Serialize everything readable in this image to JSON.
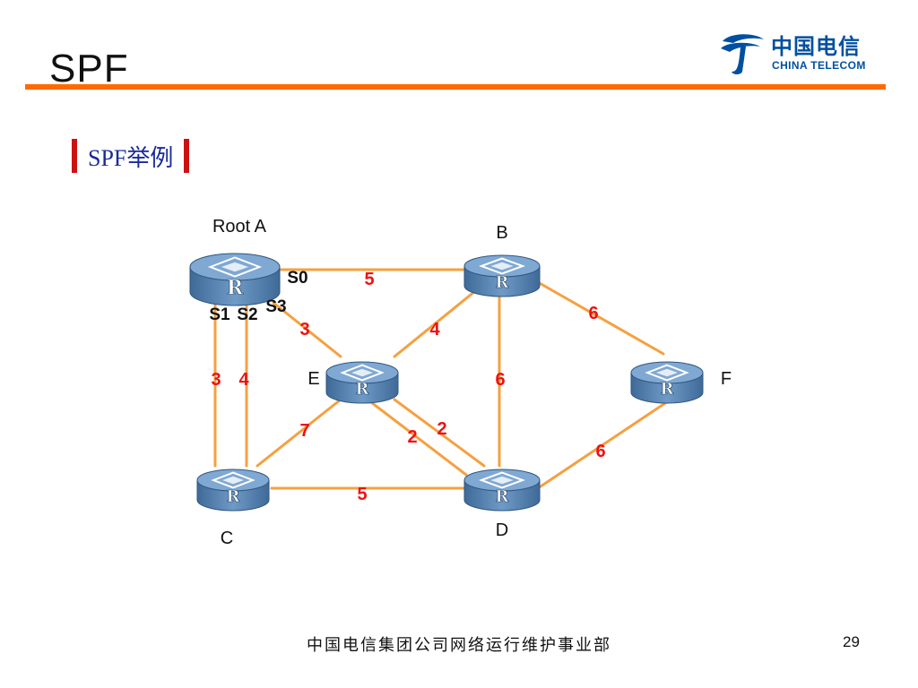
{
  "slide": {
    "title": "SPF",
    "subtitle_latin": "SPF",
    "subtitle_cn": "举例",
    "footer": "中国电信集团公司网络运行维护事业部",
    "page_number": "29"
  },
  "logo": {
    "cn": "中国电信",
    "en": "CHINA TELECOM"
  },
  "colors": {
    "accent_bar": "#ff6a00",
    "subhead_marker": "#cc1111",
    "subhead_text": "#1a2a9a",
    "link": "#f5a040",
    "cost": "#ee1111",
    "router": "#5d86b4",
    "logo": "#0050a0"
  },
  "diagram": {
    "router_glyph": "R",
    "routers": [
      {
        "id": "A",
        "label": "Root A"
      },
      {
        "id": "B",
        "label": "B"
      },
      {
        "id": "C",
        "label": "C"
      },
      {
        "id": "D",
        "label": "D"
      },
      {
        "id": "E",
        "label": "E"
      },
      {
        "id": "F",
        "label": "F"
      }
    ],
    "interfaces": [
      "S0",
      "S1",
      "S2",
      "S3"
    ],
    "links": [
      {
        "from": "A",
        "to": "B",
        "cost": "5",
        "interface": "S0"
      },
      {
        "from": "A",
        "to": "E",
        "cost": "3",
        "interface": "S3"
      },
      {
        "from": "A",
        "to": "C",
        "cost": "3",
        "interface": "S1"
      },
      {
        "from": "A",
        "to": "C",
        "cost": "4",
        "interface": "S2"
      },
      {
        "from": "B",
        "to": "E",
        "cost": "4"
      },
      {
        "from": "B",
        "to": "D",
        "cost": "6"
      },
      {
        "from": "B",
        "to": "F",
        "cost": "6"
      },
      {
        "from": "E",
        "to": "C",
        "cost": "7"
      },
      {
        "from": "E",
        "to": "D",
        "cost": "2"
      },
      {
        "from": "E",
        "to": "D",
        "cost": "2"
      },
      {
        "from": "C",
        "to": "D",
        "cost": "5"
      },
      {
        "from": "D",
        "to": "F",
        "cost": "6"
      }
    ]
  }
}
